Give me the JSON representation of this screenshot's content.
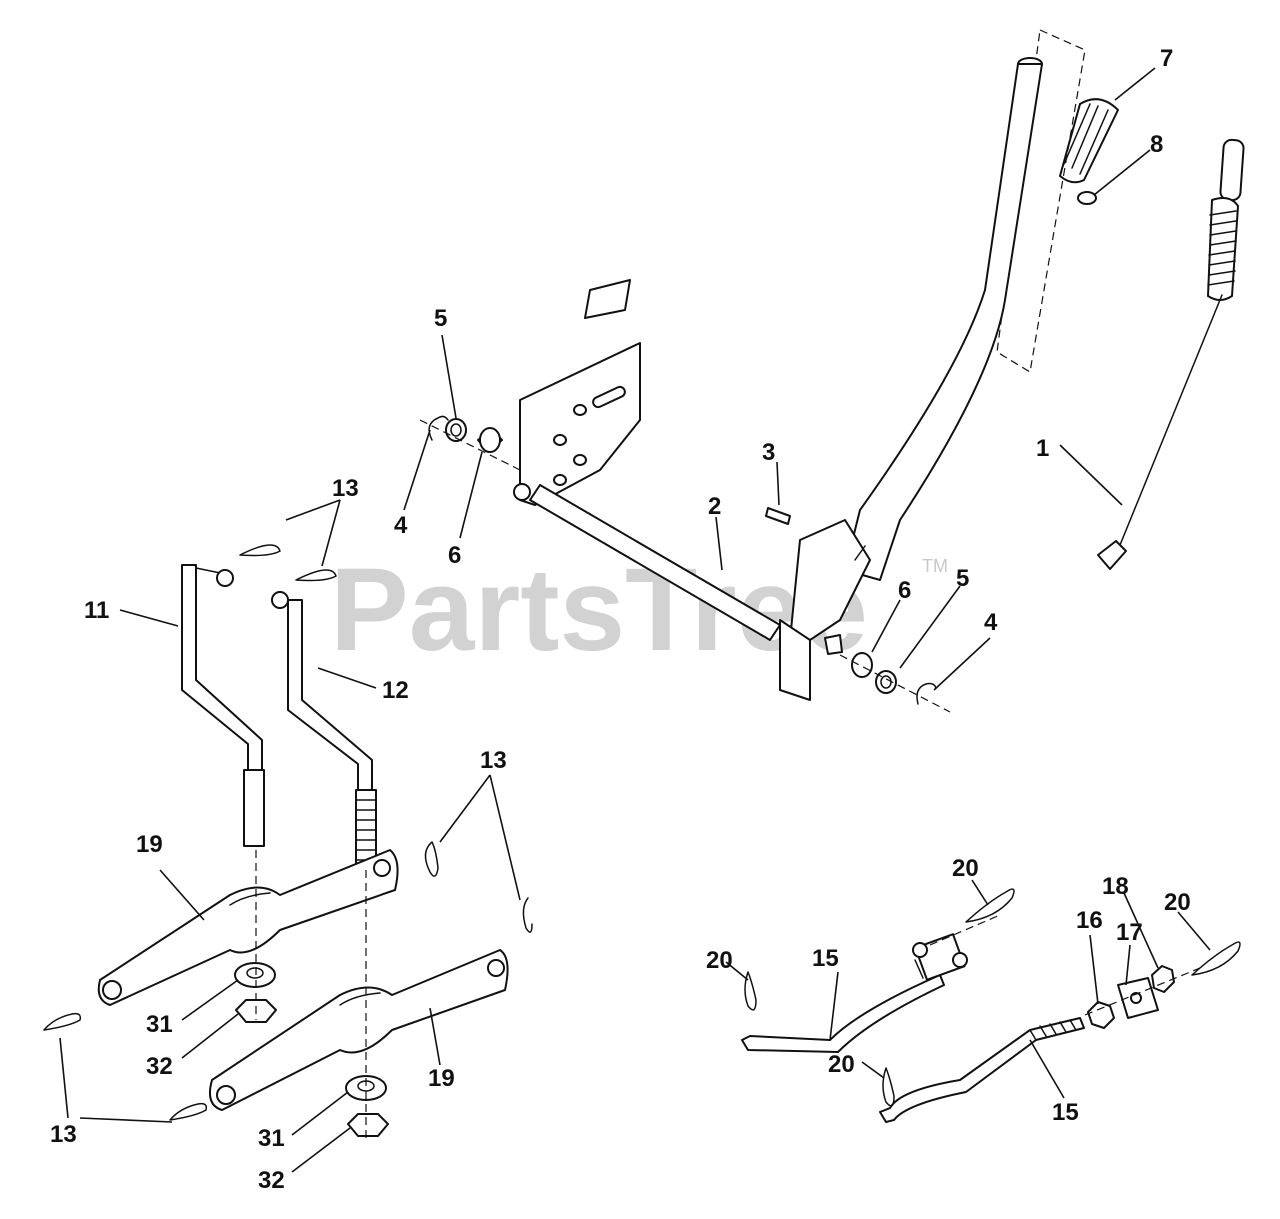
{
  "watermark": {
    "text": "PartsTree",
    "trademark": "TM"
  },
  "callouts": {
    "c1": "1",
    "c2": "2",
    "c3": "3",
    "c4a": "4",
    "c4b": "4",
    "c5a": "5",
    "c5b": "5",
    "c6a": "6",
    "c6b": "6",
    "c7": "7",
    "c8": "8",
    "c11": "11",
    "c12": "12",
    "c13a": "13",
    "c13b": "13",
    "c13c": "13",
    "c15a": "15",
    "c15b": "15",
    "c16": "16",
    "c17": "17",
    "c18": "18",
    "c19a": "19",
    "c19b": "19",
    "c20a": "20",
    "c20b": "20",
    "c20c": "20",
    "c20d": "20",
    "c31a": "31",
    "c31b": "31",
    "c32a": "32",
    "c32b": "32"
  }
}
